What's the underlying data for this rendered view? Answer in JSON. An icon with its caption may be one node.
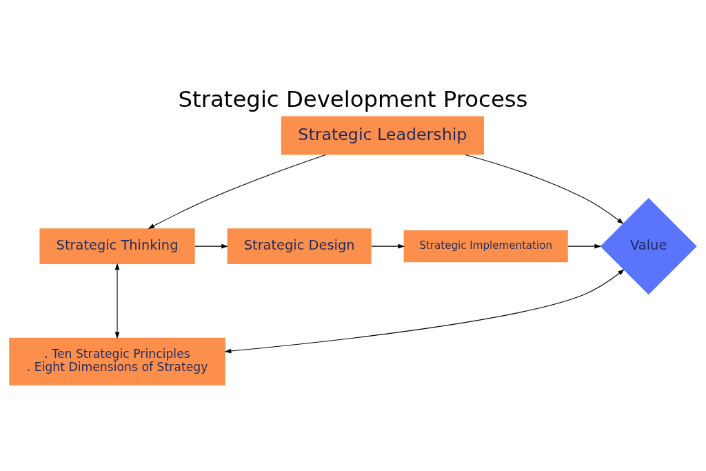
{
  "diagram": {
    "title": "Strategic Development Process",
    "nodes": [
      {
        "text": [
          "Strategic Leadership"
        ]
      },
      {
        "text": [
          "Strategic Thinking"
        ]
      },
      {
        "text": [
          "Strategic Design"
        ]
      },
      {
        "text": [
          "Strategic Implementation"
        ]
      },
      {
        "text": [
          "Value"
        ]
      },
      {
        "text": [
          ". Ten Strategic Principles",
          ". Eight Dimensions of Strategy"
        ]
      }
    ],
    "edges": [
      {
        "from": 0,
        "to": 1,
        "arrow": "to"
      },
      {
        "from": 0,
        "to": 4,
        "arrow": "to"
      },
      {
        "from": 1,
        "to": 2,
        "arrow": "to"
      },
      {
        "from": 2,
        "to": 3,
        "arrow": "to"
      },
      {
        "from": 3,
        "to": 4,
        "arrow": "to"
      },
      {
        "from": 1,
        "to": 5,
        "arrow": "both"
      },
      {
        "from": 5,
        "to": 4,
        "arrow": "both"
      }
    ]
  }
}
